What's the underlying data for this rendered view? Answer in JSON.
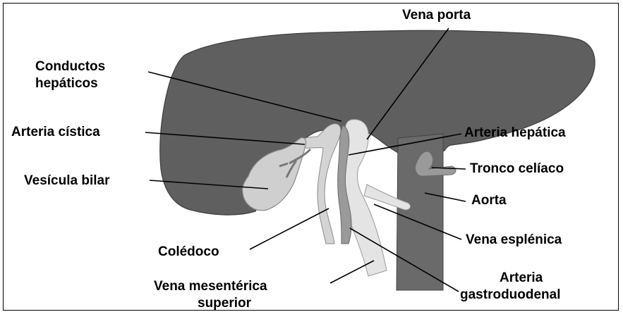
{
  "labels": {
    "vena_porta": "Vena porta",
    "conductos_1": "Conductos",
    "conductos_2": "hepáticos",
    "arteria_cistica": "Arteria cística",
    "arteria_hepatica": "Arteria hepática",
    "tronco_celiaco": "Tronco celíaco",
    "vesicula_bilar": "Vesícula bilar",
    "aorta": "Aorta",
    "vena_esplenica": "Vena esplénica",
    "coledoco": "Colédoco",
    "arteria_gd_1": "Arteria",
    "arteria_gd_2": "gastroduodenal",
    "vena_mes_1": "Vena mesentérica",
    "vena_mes_2": "superior"
  }
}
